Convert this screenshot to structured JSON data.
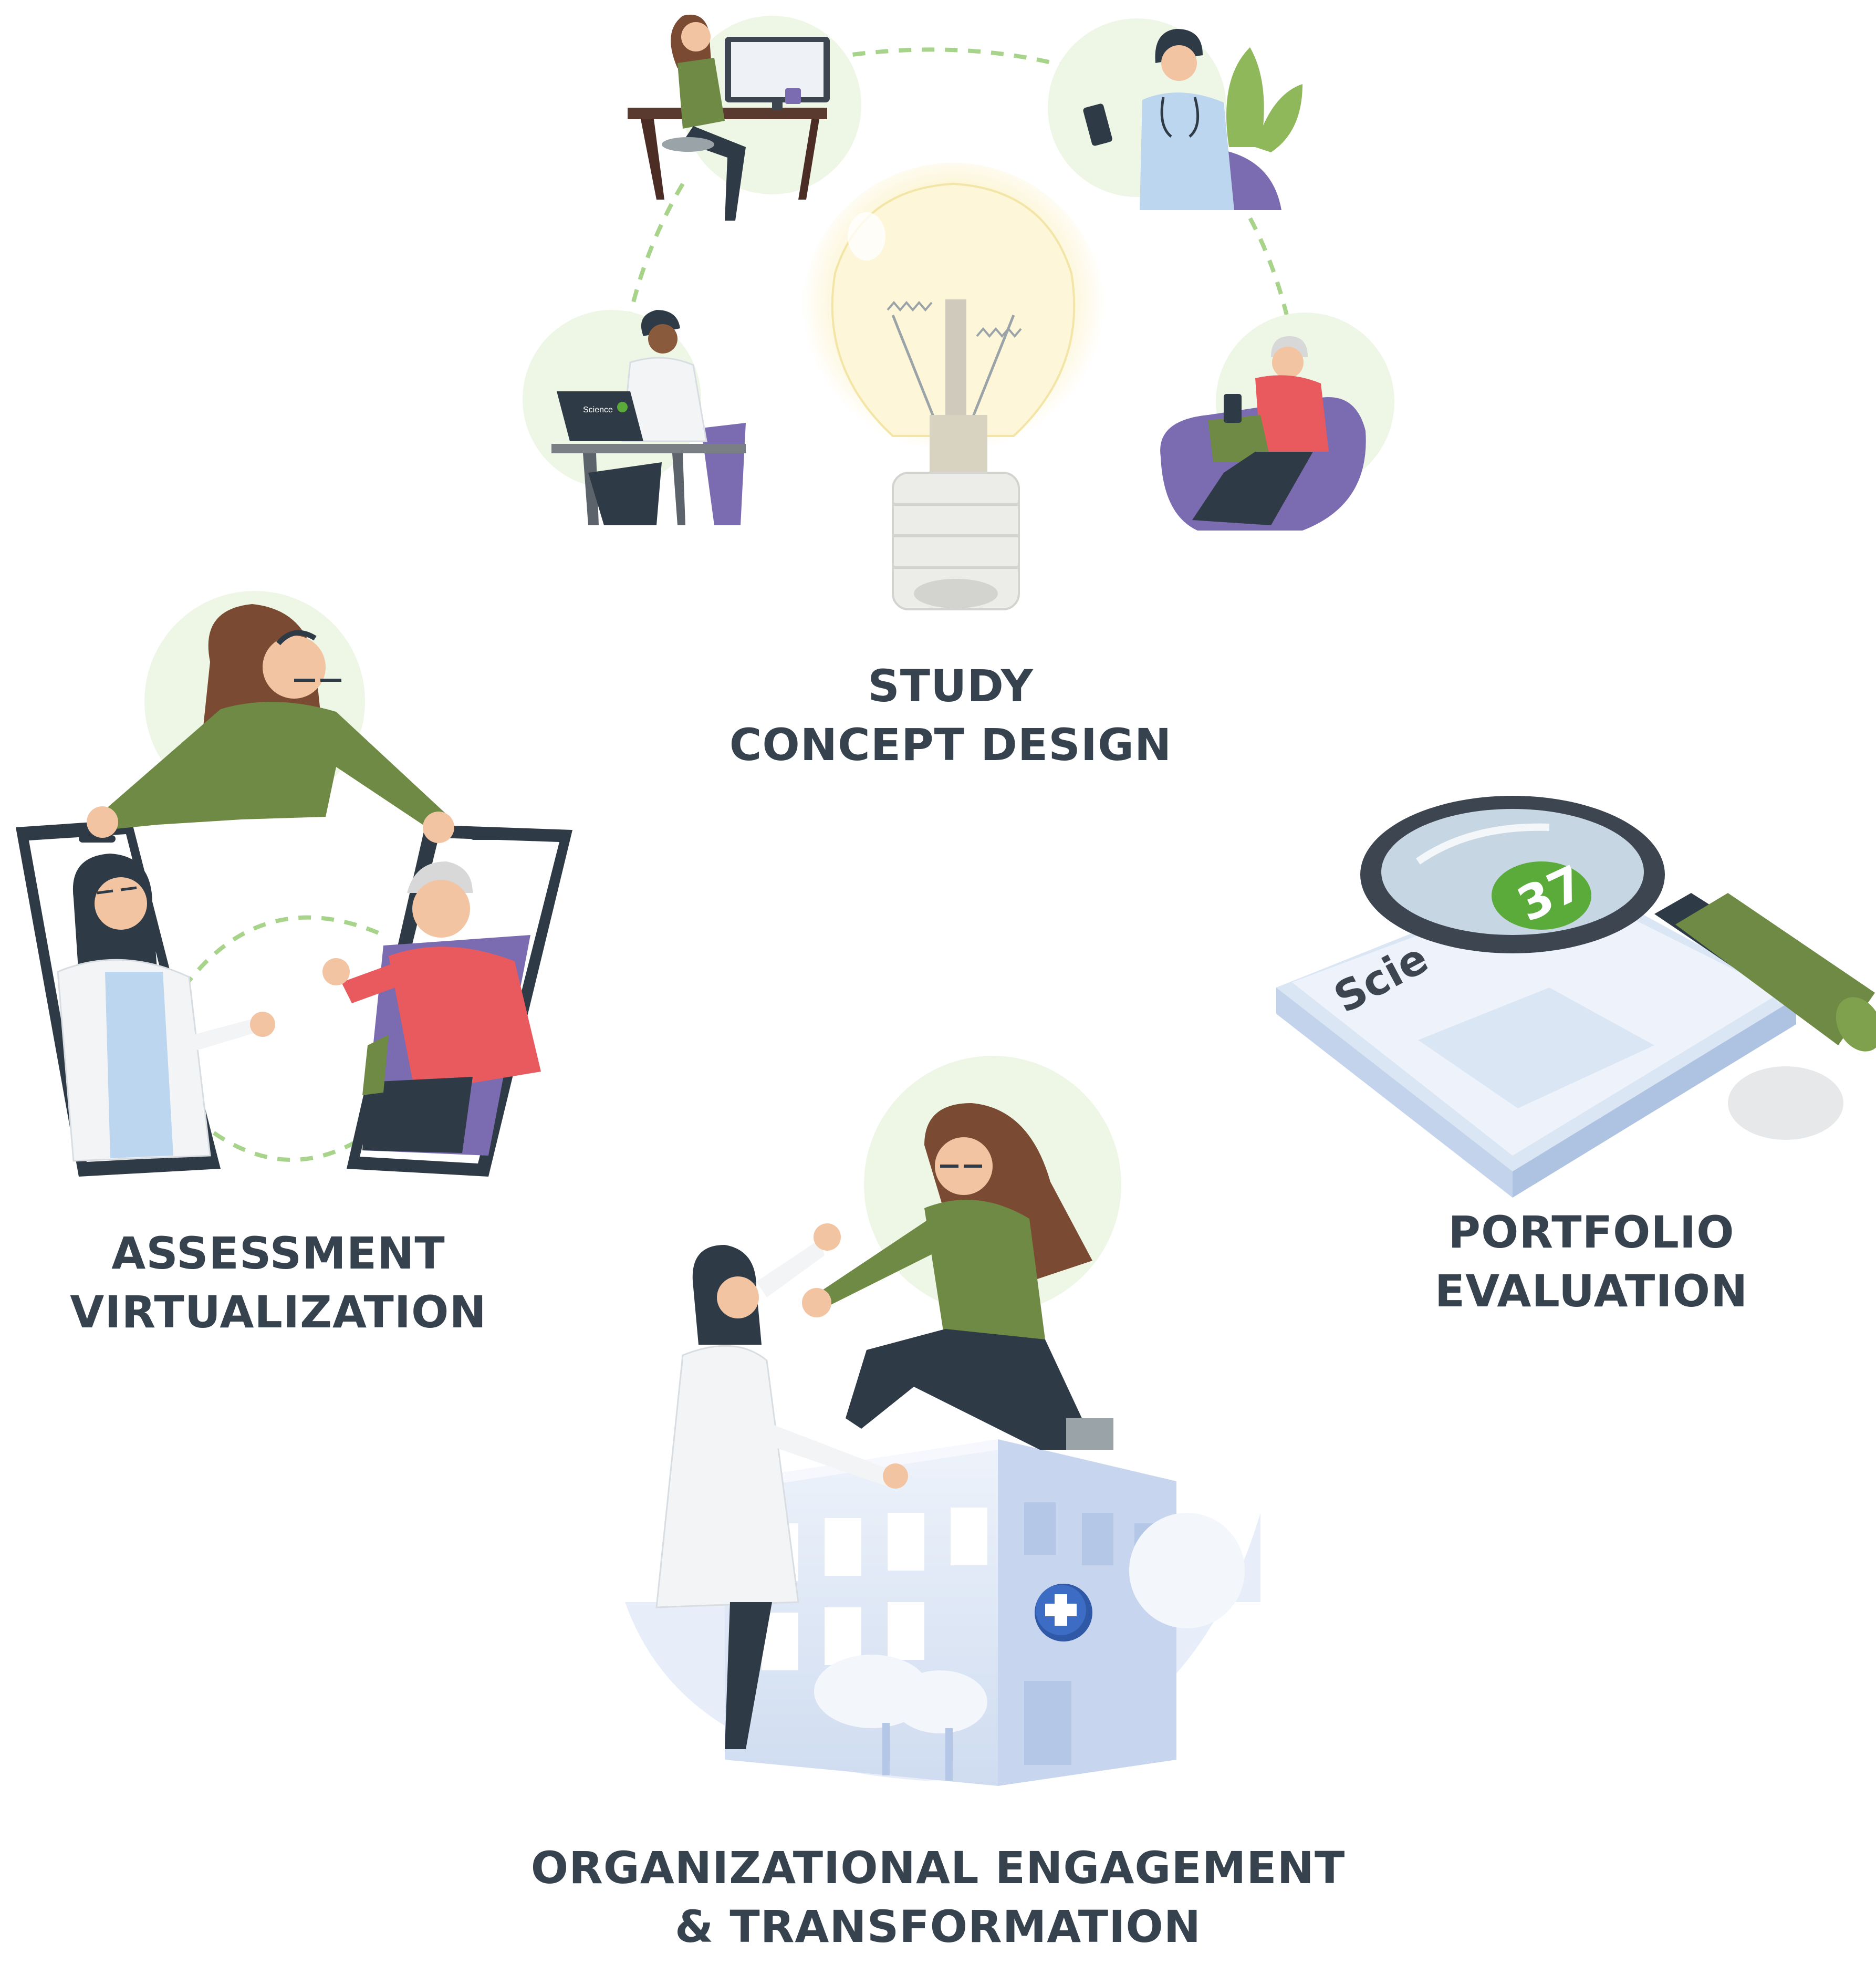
{
  "colors": {
    "label_text": "#36434f",
    "brand_green": "#5aab3a",
    "olive_green": "#6e8a44",
    "light_green_bg": "#eef6e6",
    "light_blue": "#dbe6f5",
    "purple": "#7b6bb0",
    "red_shirt": "#e85a5e",
    "dark_slate": "#2e3a45"
  },
  "icons": [
    "lightbulb-icon",
    "magnifying-glass-icon",
    "smartphone-icon",
    "hospital-building-icon",
    "medical-cross-icon",
    "laptop-icon",
    "tablet-icon",
    "desk-monitor-icon"
  ],
  "sections": [
    {
      "id": "study",
      "line1": "STUDY",
      "line2": "CONCEPT DESIGN"
    },
    {
      "id": "assess",
      "line1": "ASSESSMENT",
      "line2": "VIRTUALIZATION"
    },
    {
      "id": "portfolio",
      "line1": "PORTFOLIO",
      "line2": "EVALUATION"
    },
    {
      "id": "org",
      "line1": "ORGANIZATIONAL ENGAGEMENT",
      "line2": "& TRANSFORMATION"
    }
  ],
  "brand": {
    "logo_number": "37",
    "logo_text_partial": "Scie"
  }
}
